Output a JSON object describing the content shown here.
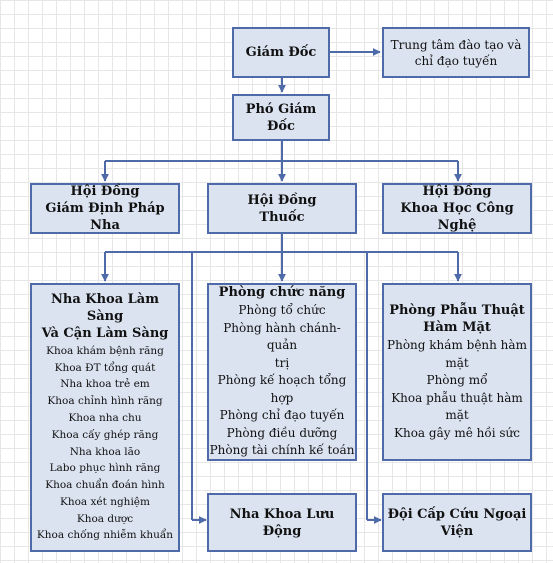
{
  "director": "Giám Đốc",
  "training_center": "Trung tâm đào tạo và\nchỉ đạo tuyến",
  "deputy": "Phó Giám\nĐốc",
  "councils": {
    "forensic": "Hội Đồng\nGiám Định Pháp Nha",
    "drug": "Hội Đồng\nThuốc",
    "science": "Hội Đồng\nKhoa Học Công Nghệ"
  },
  "clinical": {
    "title": "Nha Khoa Làm Sàng\nVà Cận Làm Sàng",
    "items": [
      "Khoa khám bệnh răng",
      "Khoa ĐT tổng quát",
      "Nha khoa trẻ em",
      "Khoa chỉnh hình răng",
      "Khoa nha chu",
      "Khoa cấy ghép răng",
      "Nha khoa lão",
      "Labo phục hình răng",
      "Khoa chuẩn đoán hình",
      "Khoa xét nghiệm",
      "Khoa dược",
      "Khoa chống nhiễm khuẩn"
    ]
  },
  "functional": {
    "title": "Phòng chức năng",
    "items": [
      "Phòng tổ chức",
      "Phòng hành chánh-quản\ntrị",
      "Phòng kế hoạch tổng\nhợp",
      "Phòng chỉ đạo tuyến",
      "Phòng điều dưỡng",
      "Phòng tài chính kế toán"
    ]
  },
  "surgery": {
    "title": "Phòng Phẫu Thuật\nHàm Mặt",
    "items": [
      "Phòng khám bệnh hàm\nmặt",
      "Phòng mổ",
      "Khoa phẫu thuật hàm\nmặt",
      "Khoa gây mê hồi sức"
    ]
  },
  "mobile": "Nha Khoa Lưu Động",
  "emergency": "Đội Cấp Cứu Ngoại\nViện",
  "colors": {
    "box_fill": "#dbe3f1",
    "box_border": "#4f6aa8",
    "connector": "#4f6aa8"
  }
}
